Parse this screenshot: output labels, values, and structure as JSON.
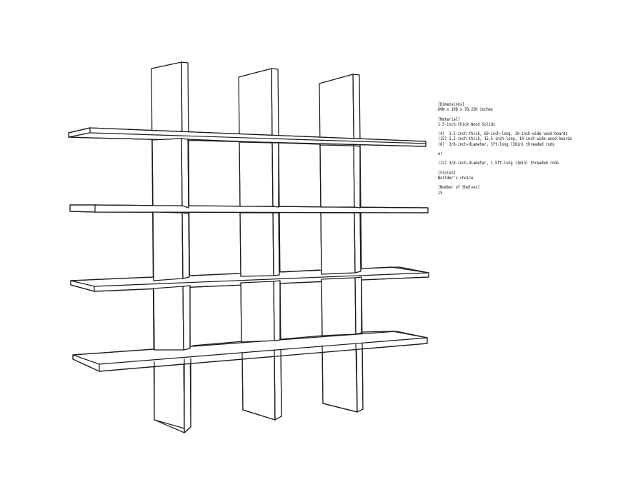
{
  "diagram": {
    "subject": "Wall shelf unit line drawing",
    "counts": {
      "vertical_boards": 3,
      "horizontal_shelves": 4
    },
    "colors": {
      "line": "#1a1a1a",
      "background": "#ffffff"
    }
  },
  "specs": {
    "dimensions": {
      "label": "[Dimensions]",
      "value": "60W x 10D x 78.25H inches"
    },
    "material": {
      "label": "[Material]",
      "value": "1.5-inch-thick Wood Solids",
      "items": [
        "(4)  1.5-inch-thick, 60-inch-long, 10-inch-wide wood boards",
        "(15) 1.5-inch-thick, 15.5-inch-long, 10-inch-wide wood boards",
        "(6)  3/8-inch-diameter, 3ft-long (36in) threaded rods"
      ],
      "or_label": "or",
      "alt_item": "(12) 3/8-inch-diameter, 1.5ft-long (18in) threaded rods"
    },
    "finish": {
      "label": "[Finish]",
      "value": "Builder's choice"
    },
    "shelves": {
      "label": "[Number of Shelves]",
      "value": "15"
    }
  }
}
